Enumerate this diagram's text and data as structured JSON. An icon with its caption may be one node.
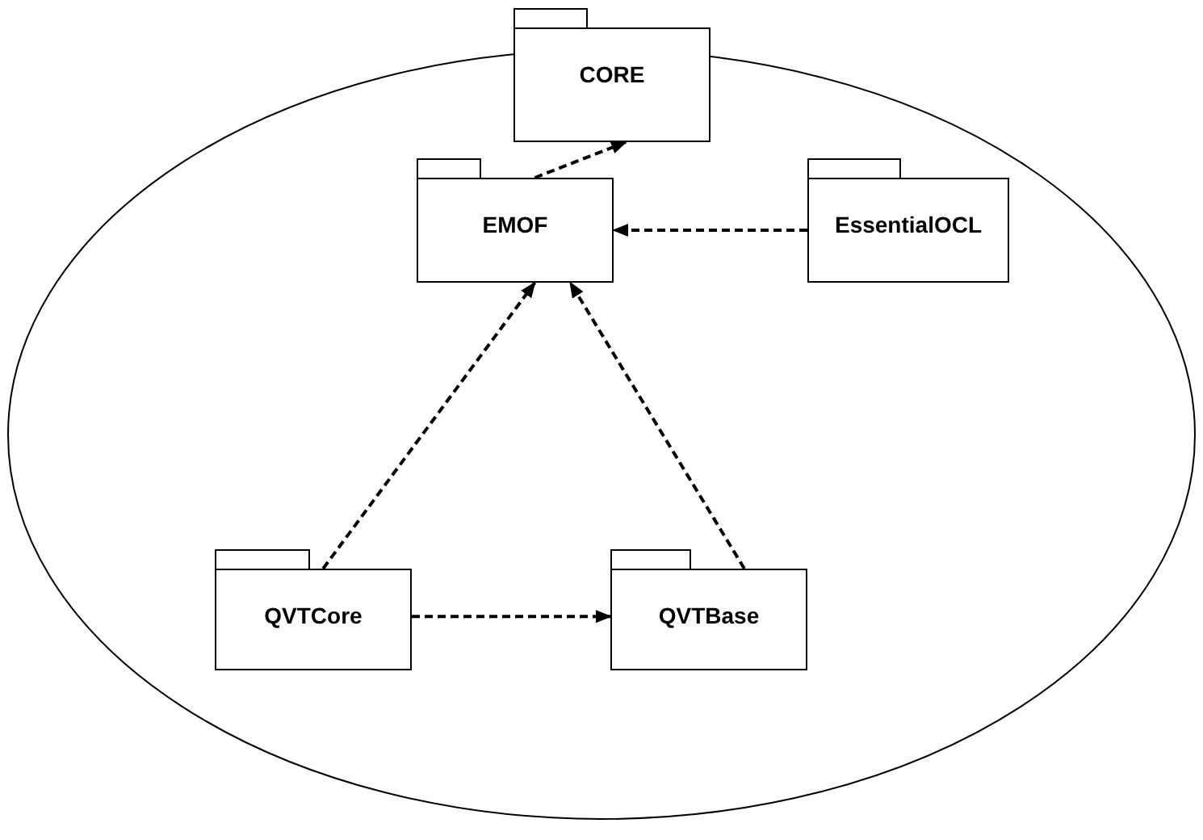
{
  "diagram": {
    "nodes": [
      {
        "text": [],
        "shape": "ellipse"
      },
      {
        "text": [
          "CORE"
        ]
      },
      {
        "text": [
          "EMOF"
        ],
        "in": 0
      },
      {
        "text": [
          "EssentialOCL"
        ],
        "in": 0
      },
      {
        "text": [
          "QVTCore"
        ],
        "in": 0
      },
      {
        "text": [
          "QVTBase"
        ],
        "in": 0
      }
    ],
    "edges": [
      {
        "from": 2,
        "to": 1,
        "arrow": "to",
        "style": "dashed"
      },
      {
        "from": 3,
        "to": 2,
        "arrow": "to",
        "style": "dashed"
      },
      {
        "from": 4,
        "to": 2,
        "arrow": "to",
        "style": "dashed"
      },
      {
        "from": 5,
        "to": 2,
        "arrow": "to",
        "style": "dashed"
      },
      {
        "from": 4,
        "to": 5,
        "arrow": "to",
        "style": "dashed"
      }
    ]
  }
}
